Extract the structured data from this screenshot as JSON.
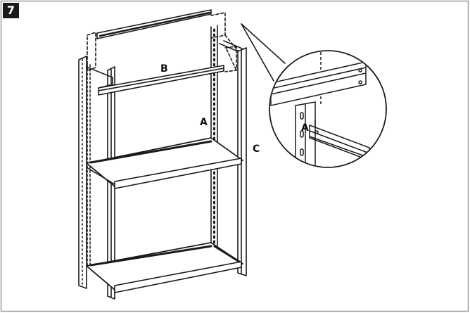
{
  "step": {
    "number": "7"
  },
  "labels": {
    "beam_b": "B",
    "upright_a": "A",
    "upright_c": "C",
    "detail_a": "A"
  },
  "colors": {
    "line": "#1a1a1a",
    "frame_border": "#9a9a9a",
    "badge_bg": "#1a1a1a",
    "badge_text": "#ffffff"
  }
}
